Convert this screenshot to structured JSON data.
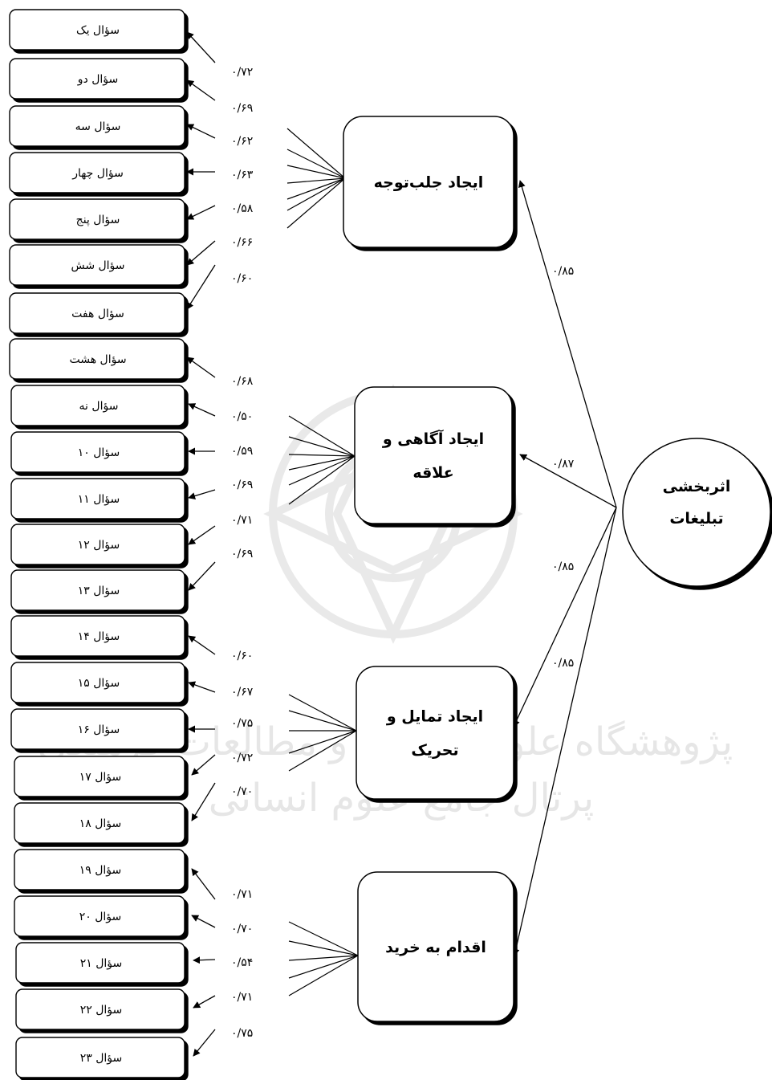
{
  "questions": [
    {
      "label": "سؤال یک",
      "loading": "۰/۷۲"
    },
    {
      "label": "سؤال دو",
      "loading": "۰/۶۹"
    },
    {
      "label": "سؤال سه",
      "loading": "۰/۶۲"
    },
    {
      "label": "سؤال چهار",
      "loading": "۰/۶۳"
    },
    {
      "label": "سؤال پنج",
      "loading": "۰/۵۸"
    },
    {
      "label": "سؤال شش",
      "loading": "۰/۶۶"
    },
    {
      "label": "سؤال هفت",
      "loading": "۰/۶۰"
    },
    {
      "label": "سؤال هشت",
      "loading": "۰/۶۸"
    },
    {
      "label": "سؤال نه",
      "loading": "۰/۵۰"
    },
    {
      "label": "سؤال ۱۰",
      "loading": "۰/۵۹"
    },
    {
      "label": "سؤال ۱۱",
      "loading": "۰/۶۹"
    },
    {
      "label": "سؤال ۱۲",
      "loading": "۰/۷۱"
    },
    {
      "label": "سؤال ۱۳",
      "loading": "۰/۶۹"
    },
    {
      "label": "سؤال ۱۴",
      "loading": "۰/۶۰"
    },
    {
      "label": "سؤال ۱۵",
      "loading": "۰/۶۷"
    },
    {
      "label": "سؤال ۱۶",
      "loading": "۰/۷۵"
    },
    {
      "label": "سؤال ۱۷",
      "loading": "۰/۷۲"
    },
    {
      "label": "سؤال ۱۸",
      "loading": "۰/۷۰"
    },
    {
      "label": "سؤال ۱۹",
      "loading": "۰/۷۱"
    },
    {
      "label": "سؤال ۲۰",
      "loading": "۰/۷۰"
    },
    {
      "label": "سؤال ۲۱",
      "loading": "۰/۵۴"
    },
    {
      "label": "سؤال ۲۲",
      "loading": "۰/۷۱"
    },
    {
      "label": "سؤال ۲۳",
      "loading": "۰/۷۵"
    }
  ],
  "factors": [
    {
      "lines": [
        "ایجاد جلب‌توجه"
      ],
      "weight": "۰/۸۵"
    },
    {
      "lines": [
        "ایجاد آگاهی و",
        "علاقه"
      ],
      "weight": "۰/۸۷"
    },
    {
      "lines": [
        "ایجاد تمایل و",
        "تحریک"
      ],
      "weight": "۰/۸۵"
    },
    {
      "lines": [
        "اقدام به خرید"
      ],
      "weight": "۰/۸۵"
    }
  ],
  "central": {
    "lines": [
      "اثربخشی",
      "تبلیغات"
    ]
  },
  "watermark": [
    "پژوهشگاه علوم انسانی و مطالعات فرهنگی",
    "پرتال جامع علوم انسانی"
  ]
}
